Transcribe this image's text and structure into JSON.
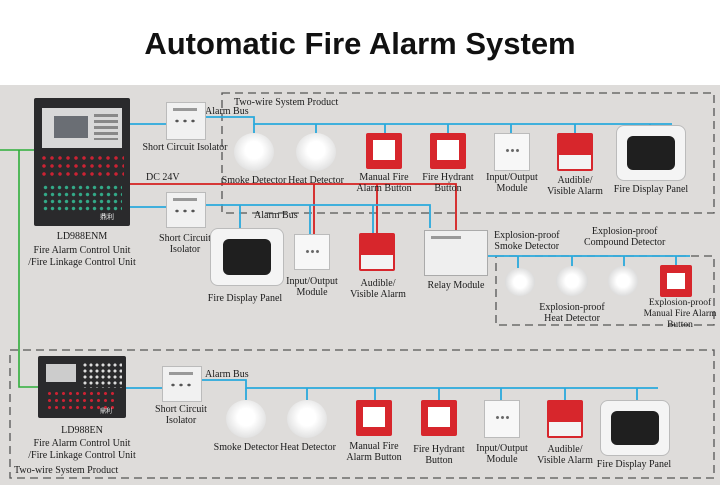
{
  "title": "Automatic Fire Alarm System",
  "sections": {
    "top_two_wire": "Two-wire System Product",
    "bottom_two_wire": "Two-wire System Product",
    "alarm_bus_1": "Alarm Bus",
    "alarm_bus_2": "Alarm Bus",
    "alarm_bus_3": "Alarm Bus",
    "dc_24v": "DC  24V",
    "explosion_proof_smoke": "Explosion-proof\nSmoke Detector",
    "explosion_proof_compound": "Explosion-proof\nCompound Detector"
  },
  "controllers": {
    "main": {
      "model": "LD988ENM",
      "line1": "Fire Alarm Control Unit",
      "line2": "/Fire Linkage Control Unit",
      "brand": "鼎利"
    },
    "sub": {
      "model": "LD988EN",
      "line1": "Fire Alarm Control Unit",
      "line2": "/Fire Linkage Control Unit",
      "brand": "鼎利"
    }
  },
  "devices": {
    "isolator_top": "Short Circuit Isolator",
    "isolator_mid": "Short Circuit\nIsolator",
    "isolator_bot": "Short Circuit\nIsolator",
    "row1": [
      "Smoke Detector",
      "Heat Detector",
      "Manual Fire\nAlarm Button",
      "Fire Hydrant\nButton",
      "Input/Output\nModule",
      "Audible/\nVisible Alarm",
      "Fire Display Panel"
    ],
    "row2": [
      "Fire Display Panel",
      "Input/Output\nModule",
      "Audible/\nVisible Alarm",
      "Relay Module"
    ],
    "explosion": [
      "Explosion-proof\nHeat Detector",
      "Explosion-proof\nManual Fire Alarm\nButton"
    ],
    "row3": [
      "Smoke Detector",
      "Heat Detector",
      "Manual Fire\nAlarm Button",
      "Fire Hydrant\nButton",
      "Input/Output\nModule",
      "Audible/\nVisible Alarm",
      "Fire Display Panel"
    ]
  },
  "colors": {
    "alarm_bus": "#2aa9dc",
    "power": "#d52020",
    "link": "#2fae3a",
    "frame": "#555555"
  }
}
